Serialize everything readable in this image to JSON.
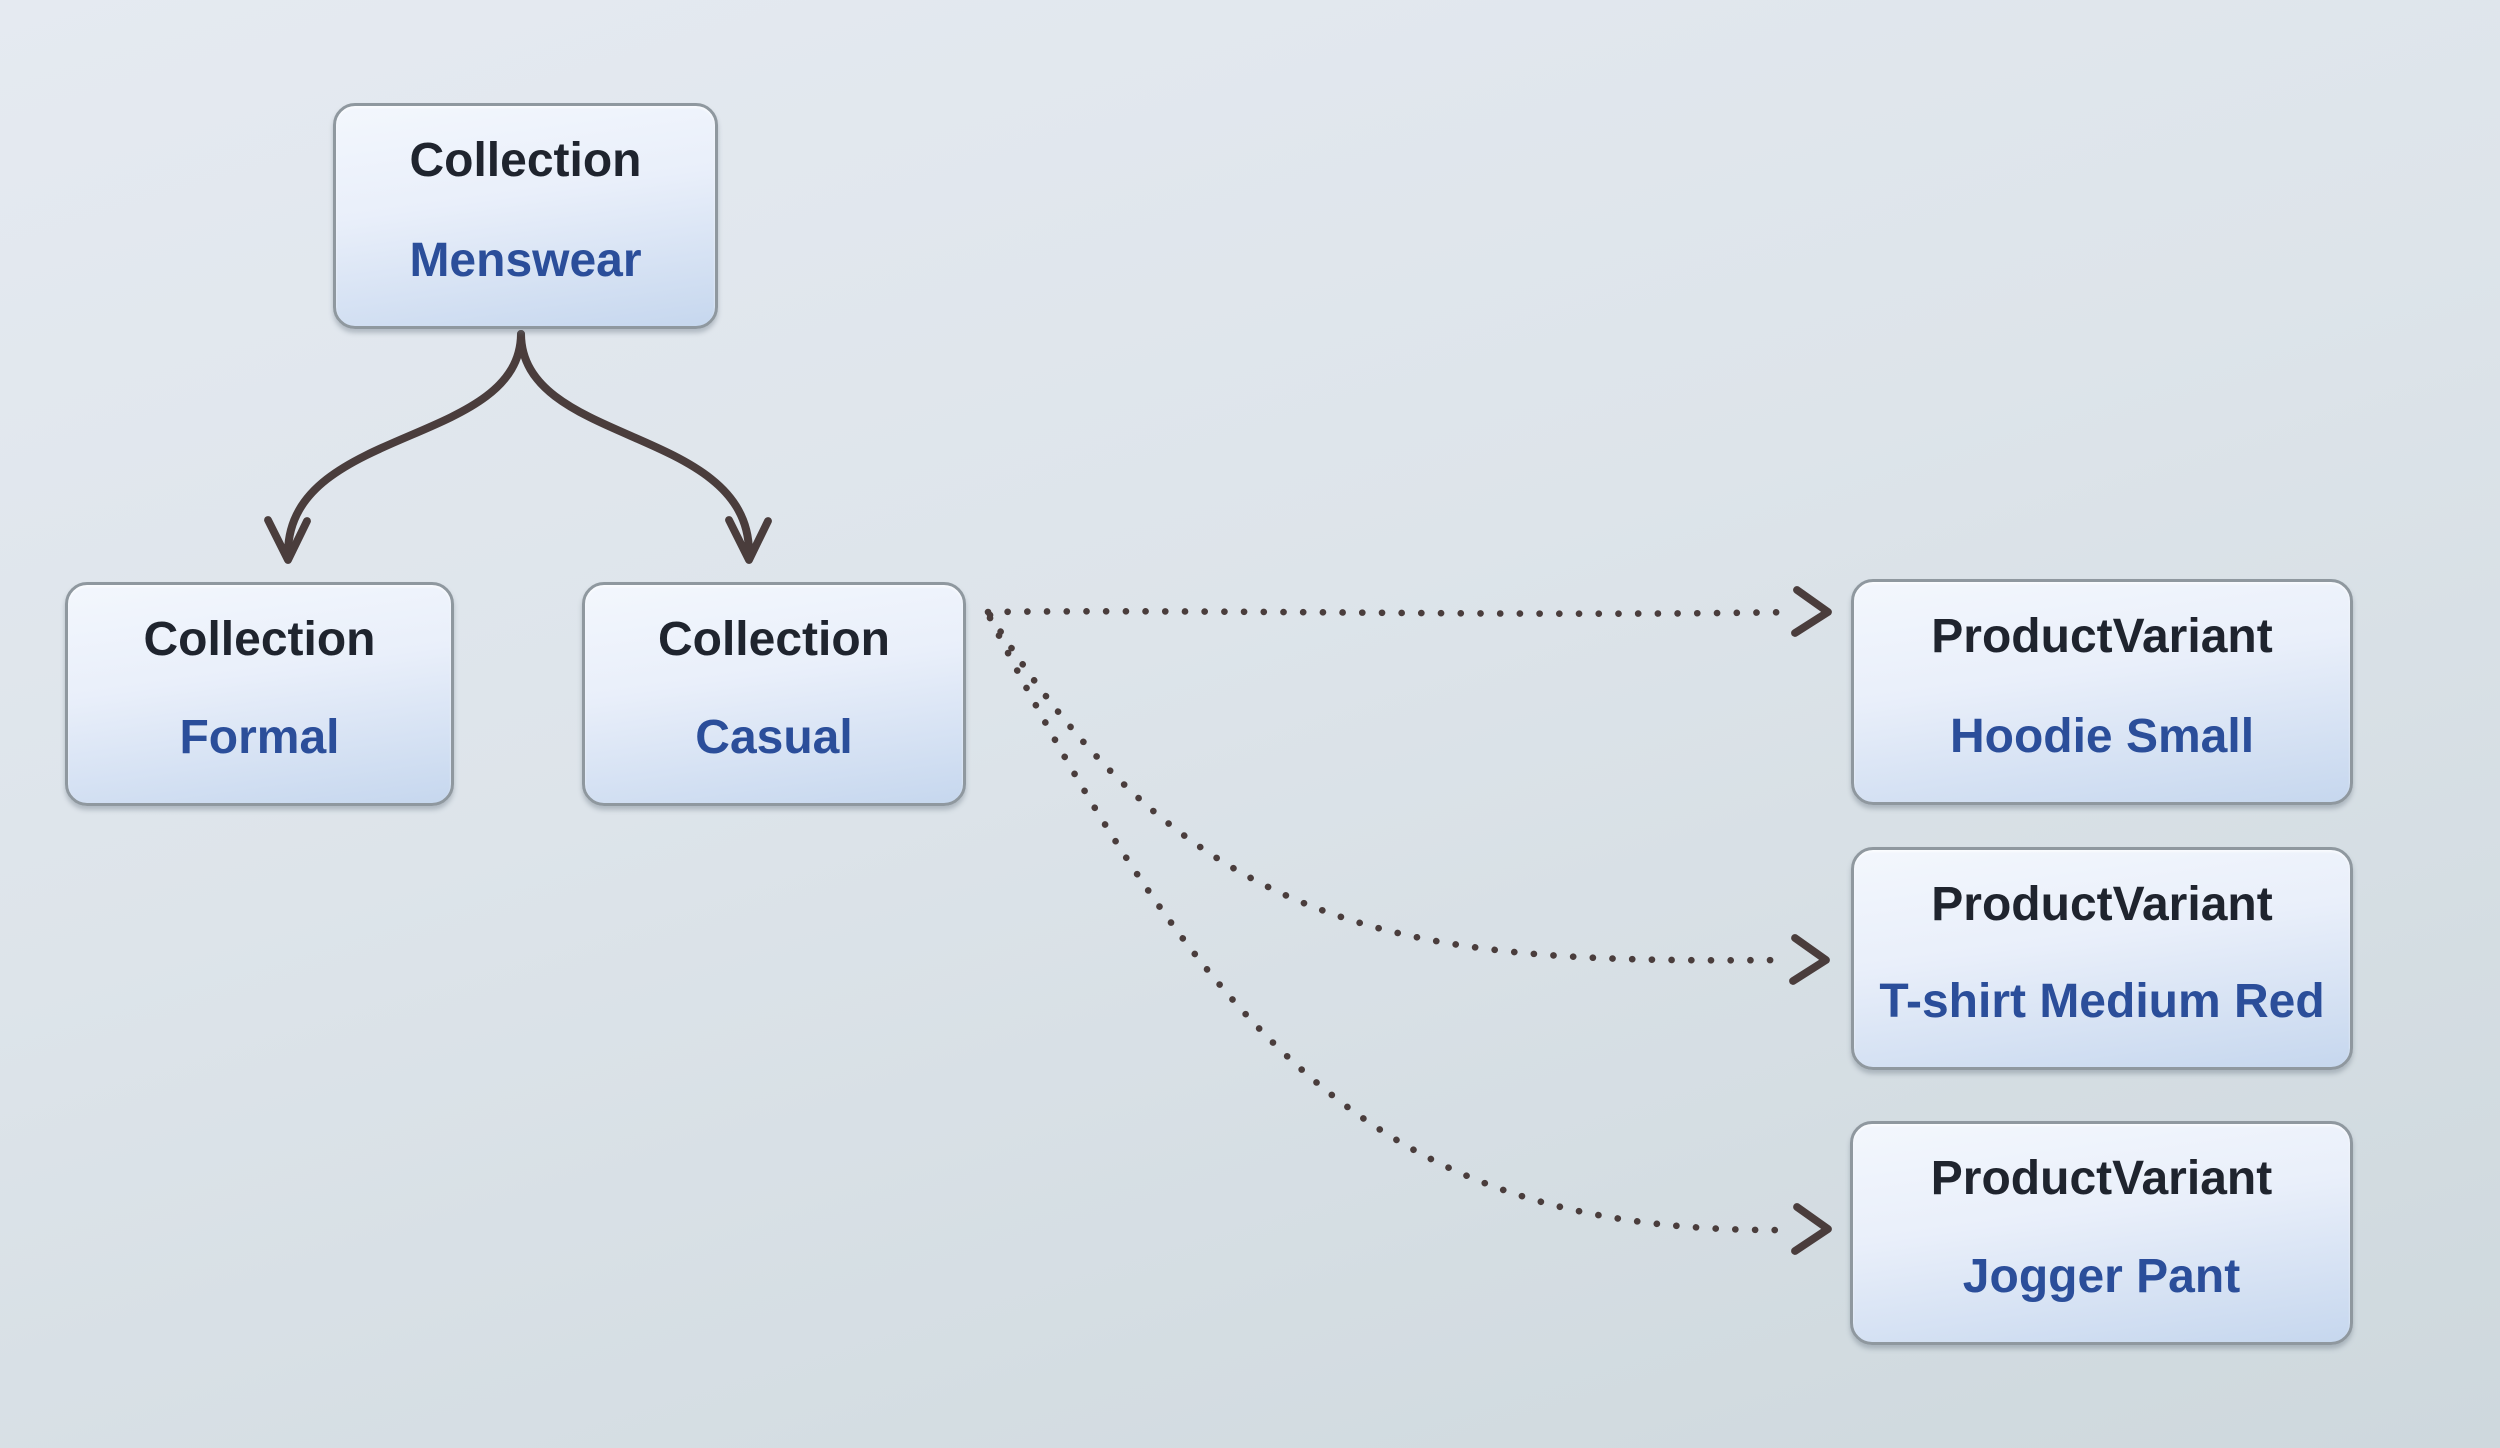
{
  "diagram": {
    "background": {
      "top": "#e5eaf1",
      "bottom": "#ced8dd"
    },
    "node_style": {
      "border": "#8f989f",
      "fill_top": "#f3f7fd",
      "fill_bottom": "#c6d7ee",
      "type_text_color": "#1f242e",
      "name_text_color": "#2b4e9a"
    },
    "arrow_color": "#4a3d3c",
    "nodes": [
      {
        "id": "menswear",
        "type": "Collection",
        "name": "Menswear"
      },
      {
        "id": "formal",
        "type": "Collection",
        "name": "Formal"
      },
      {
        "id": "casual",
        "type": "Collection",
        "name": "Casual"
      },
      {
        "id": "hoodie",
        "type": "ProductVariant",
        "name": "Hoodie Small"
      },
      {
        "id": "tshirt",
        "type": "ProductVariant",
        "name": "T-shirt Medium Red"
      },
      {
        "id": "jogger",
        "type": "ProductVariant",
        "name": "Jogger Pant"
      }
    ],
    "edges": [
      {
        "from": "Menswear",
        "to": "Formal",
        "style": "solid"
      },
      {
        "from": "Menswear",
        "to": "Casual",
        "style": "solid"
      },
      {
        "from": "Casual",
        "to": "Hoodie Small",
        "style": "dotted"
      },
      {
        "from": "Casual",
        "to": "T-shirt Medium Red",
        "style": "dotted"
      },
      {
        "from": "Casual",
        "to": "Jogger Pant",
        "style": "dotted"
      }
    ]
  }
}
